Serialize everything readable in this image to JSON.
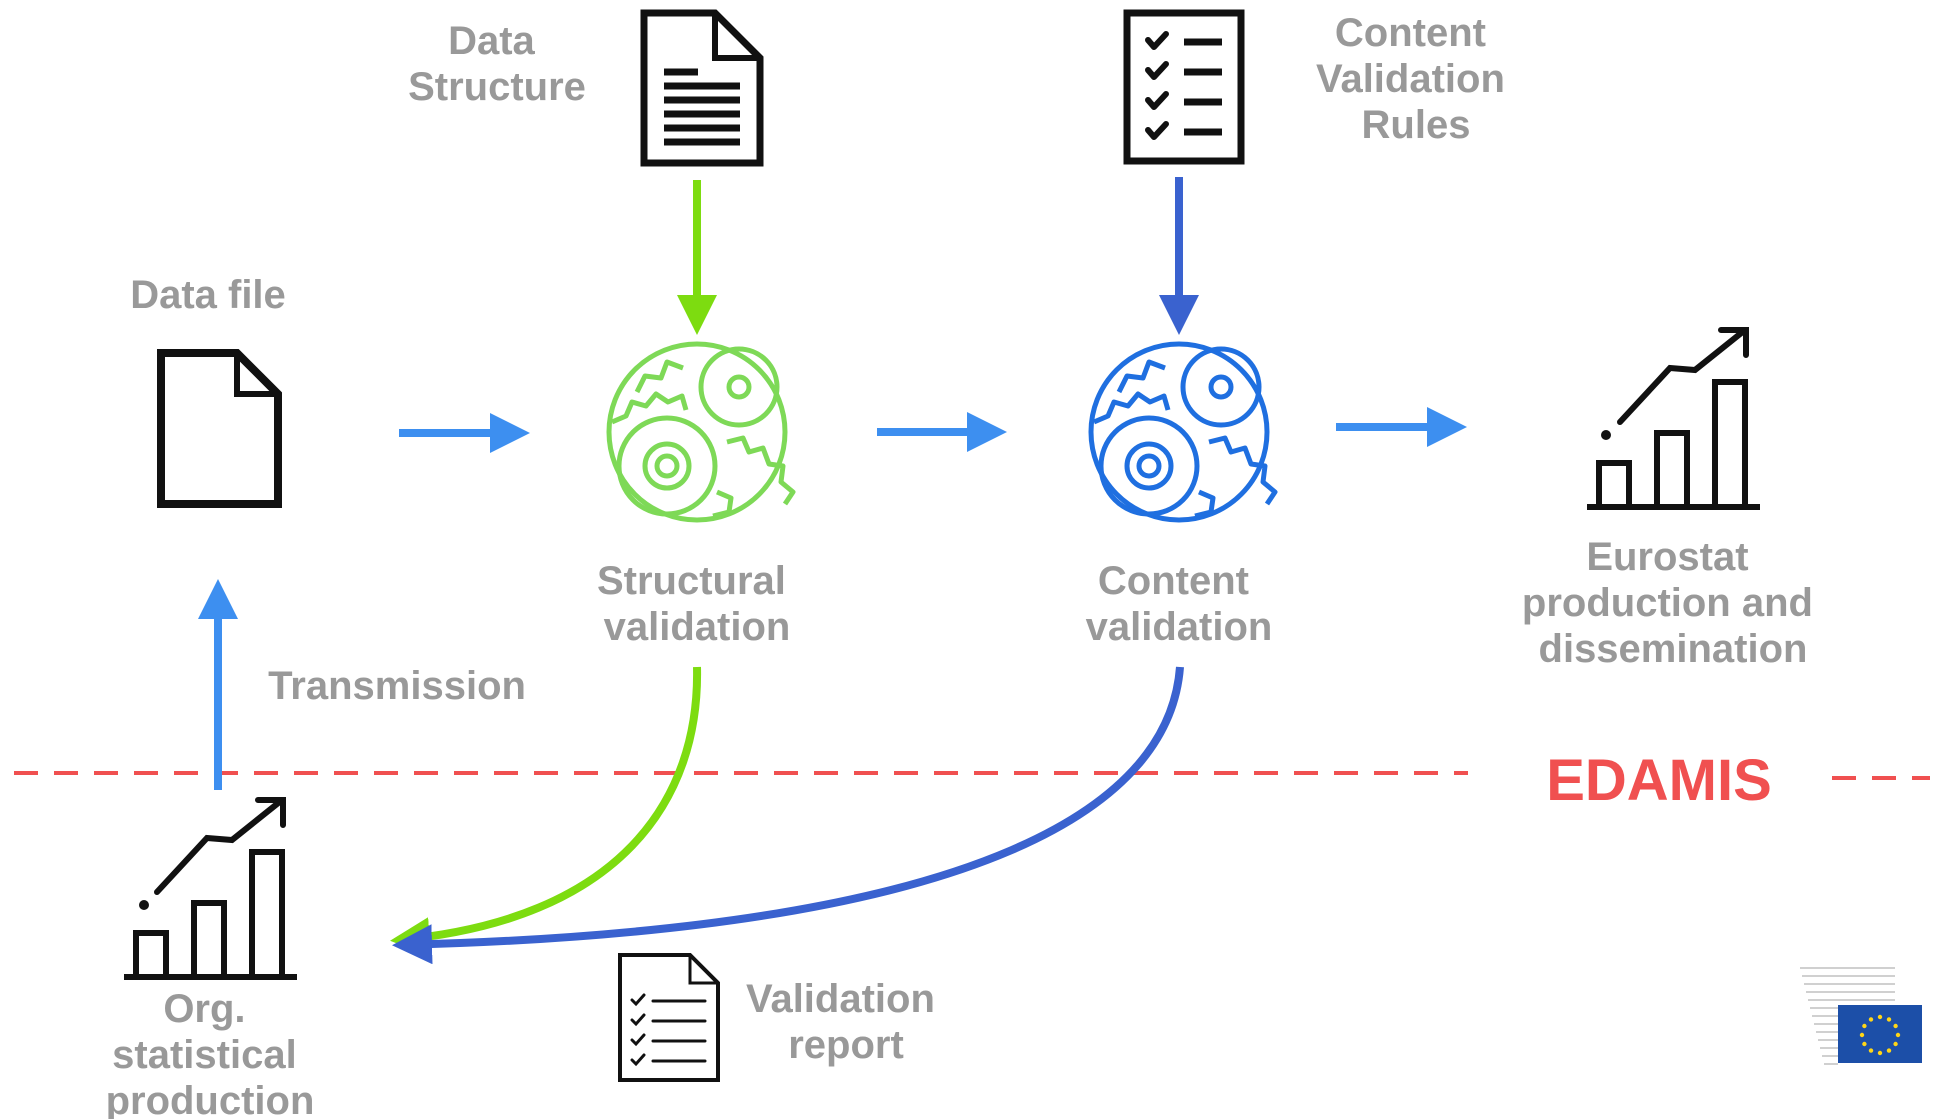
{
  "labels": {
    "data_file": "Data file",
    "data_structure": [
      "Data",
      "Structure"
    ],
    "content_rules": [
      "Content",
      "Validation",
      "Rules"
    ],
    "structural_validation": [
      "Structural",
      "validation"
    ],
    "content_validation": [
      "Content",
      "validation"
    ],
    "eurostat": [
      "Eurostat",
      "production and",
      "dissemination"
    ],
    "transmission": "Transmission",
    "org_production": [
      "Org.",
      "statistical",
      "production"
    ],
    "validation_report": [
      "Validation",
      "report"
    ],
    "edamis": "EDAMIS"
  },
  "icons": {
    "data_file": "document-icon",
    "data_structure": "text-document-icon",
    "content_rules": "checklist-icon",
    "structural_validation": "gears-globe-icon",
    "content_validation": "gears-globe-icon",
    "eurostat": "bar-chart-growth-icon",
    "org_production": "bar-chart-growth-icon",
    "validation_report": "checklist-document-icon",
    "logo": "european-commission-logo"
  },
  "colors": {
    "label_gray": "#999999",
    "flow_blue": "#3d8ff0",
    "structural_green": "#7ed957",
    "structural_arrow_green": "#7ddc10",
    "content_blue": "#1f6fe0",
    "content_arrow_blue": "#3a62cf",
    "edamis_red": "#f05050",
    "eu_flag_blue": "#1c4fa8",
    "eu_star_yellow": "#ffd617"
  }
}
